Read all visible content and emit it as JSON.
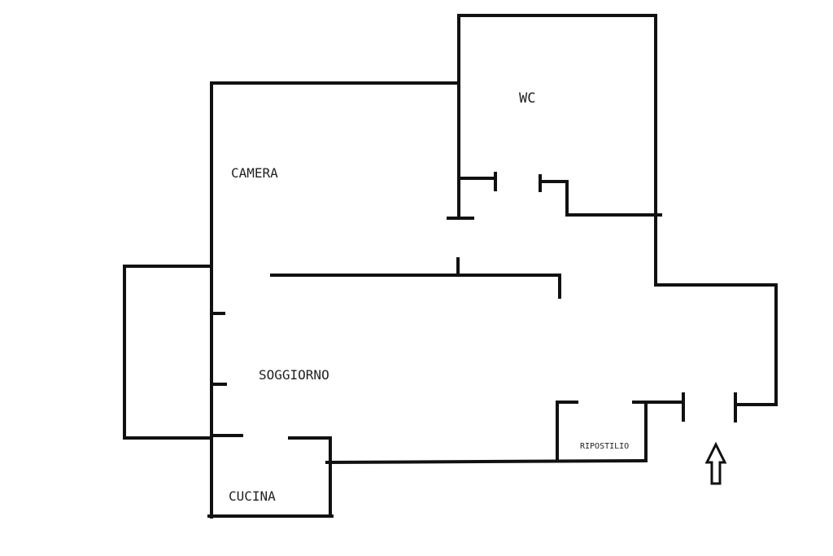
{
  "floorplan": {
    "rooms": [
      {
        "id": "wc",
        "label": "WC"
      },
      {
        "id": "camera",
        "label": "CAMERA"
      },
      {
        "id": "soggiorno",
        "label": "SOGGIORNO"
      },
      {
        "id": "cucina",
        "label": "CUCINA"
      },
      {
        "id": "ripostilio",
        "label": "RIPOSTILIO"
      }
    ],
    "entrance_icon": "up-arrow-icon",
    "colors": {
      "walls": "#111111",
      "text": "#222222",
      "background": "#ffffff"
    }
  }
}
